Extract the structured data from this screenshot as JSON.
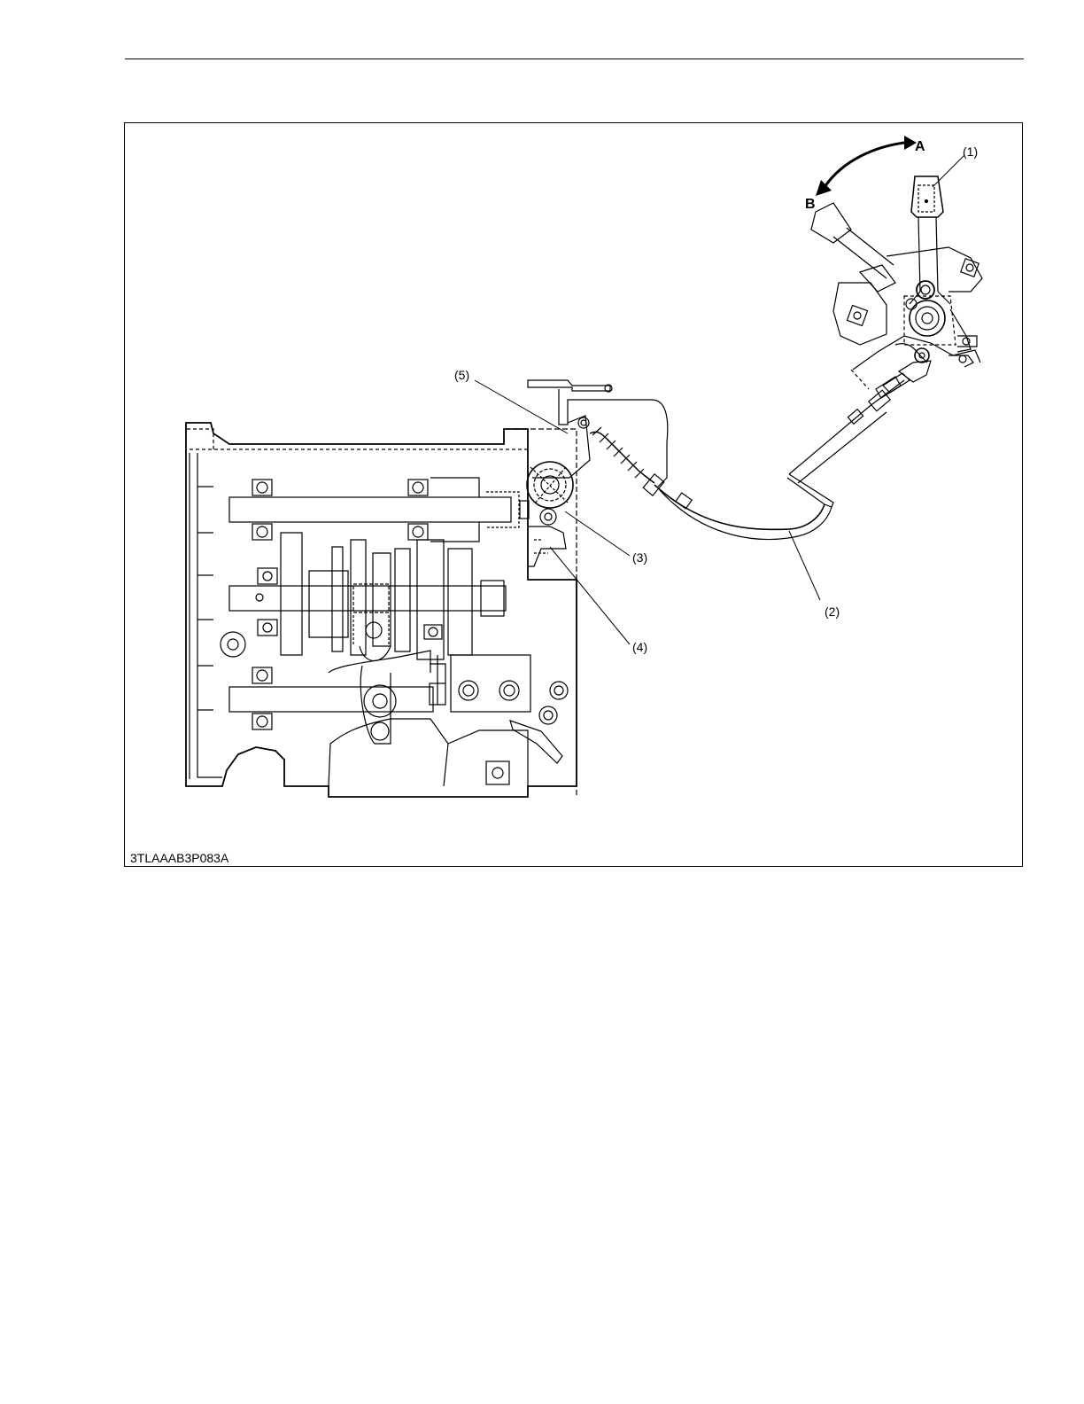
{
  "figure": {
    "code": "3TLAAAB3P083A",
    "direction_labels": {
      "a": "A",
      "b": "B"
    },
    "callouts": [
      "(1)",
      "(2)",
      "(3)",
      "(4)",
      "(5)"
    ]
  }
}
